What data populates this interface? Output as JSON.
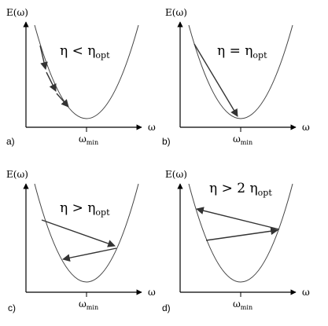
{
  "panels": [
    {
      "id": "a",
      "panel_label": "a)",
      "y_axis_label": "E(ω)",
      "x_axis_label": "ω",
      "x_min_label": {
        "base": "ω",
        "sub": "min"
      },
      "condition": {
        "base": "η < η",
        "sub": "opt"
      }
    },
    {
      "id": "b",
      "panel_label": "b)",
      "y_axis_label": "E(ω)",
      "x_axis_label": "ω",
      "x_min_label": {
        "base": "ω",
        "sub": "min"
      },
      "condition": {
        "base": "η = η",
        "sub": "opt"
      }
    },
    {
      "id": "c",
      "panel_label": "c)",
      "y_axis_label": "E(ω)",
      "x_axis_label": "ω",
      "x_min_label": {
        "base": "ω",
        "sub": "min"
      },
      "condition": {
        "base": "η > η",
        "sub": "opt"
      }
    },
    {
      "id": "d",
      "panel_label": "d)",
      "y_axis_label": "E(ω)",
      "x_axis_label": "ω",
      "x_min_label": {
        "base": "ω",
        "sub": "min"
      },
      "condition": {
        "base": "η > 2 η",
        "sub": "opt"
      }
    }
  ],
  "colors": {
    "ink": "#000000",
    "curve": "#444444",
    "arrow": "#333333"
  }
}
